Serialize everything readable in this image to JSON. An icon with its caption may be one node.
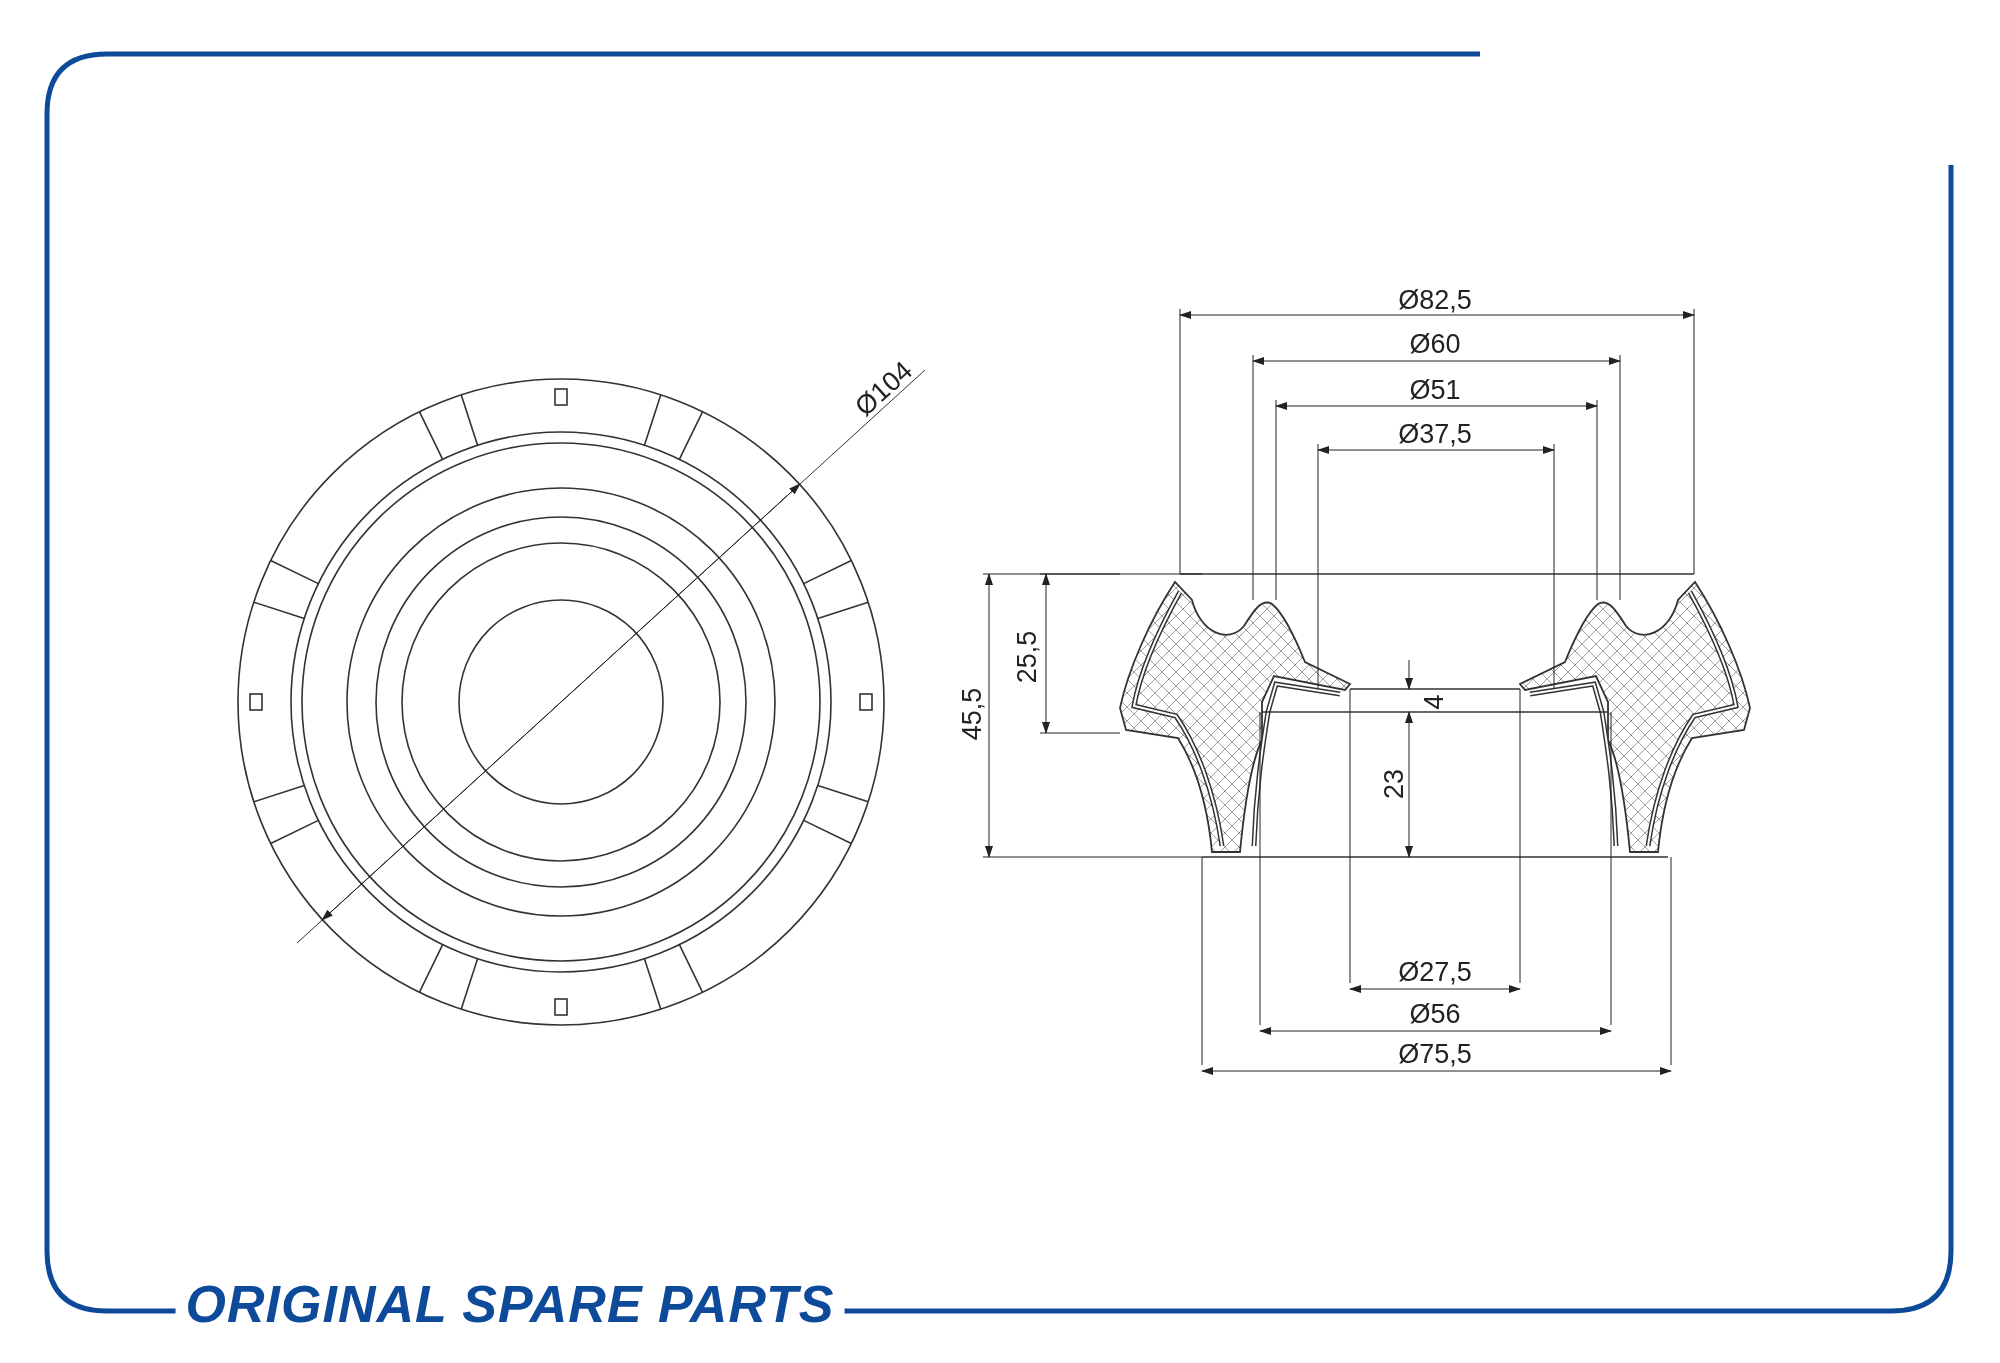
{
  "diagram": {
    "labels": [
      "Ø82,5",
      "Ø60",
      "Ø104",
      "Ø51",
      "Ø37,5",
      "25,5",
      "45,5",
      "4",
      "23",
      "Ø27,5",
      "Ø56",
      "Ø75,5",
      "ORIGINAL SPARE PARTS"
    ]
  }
}
